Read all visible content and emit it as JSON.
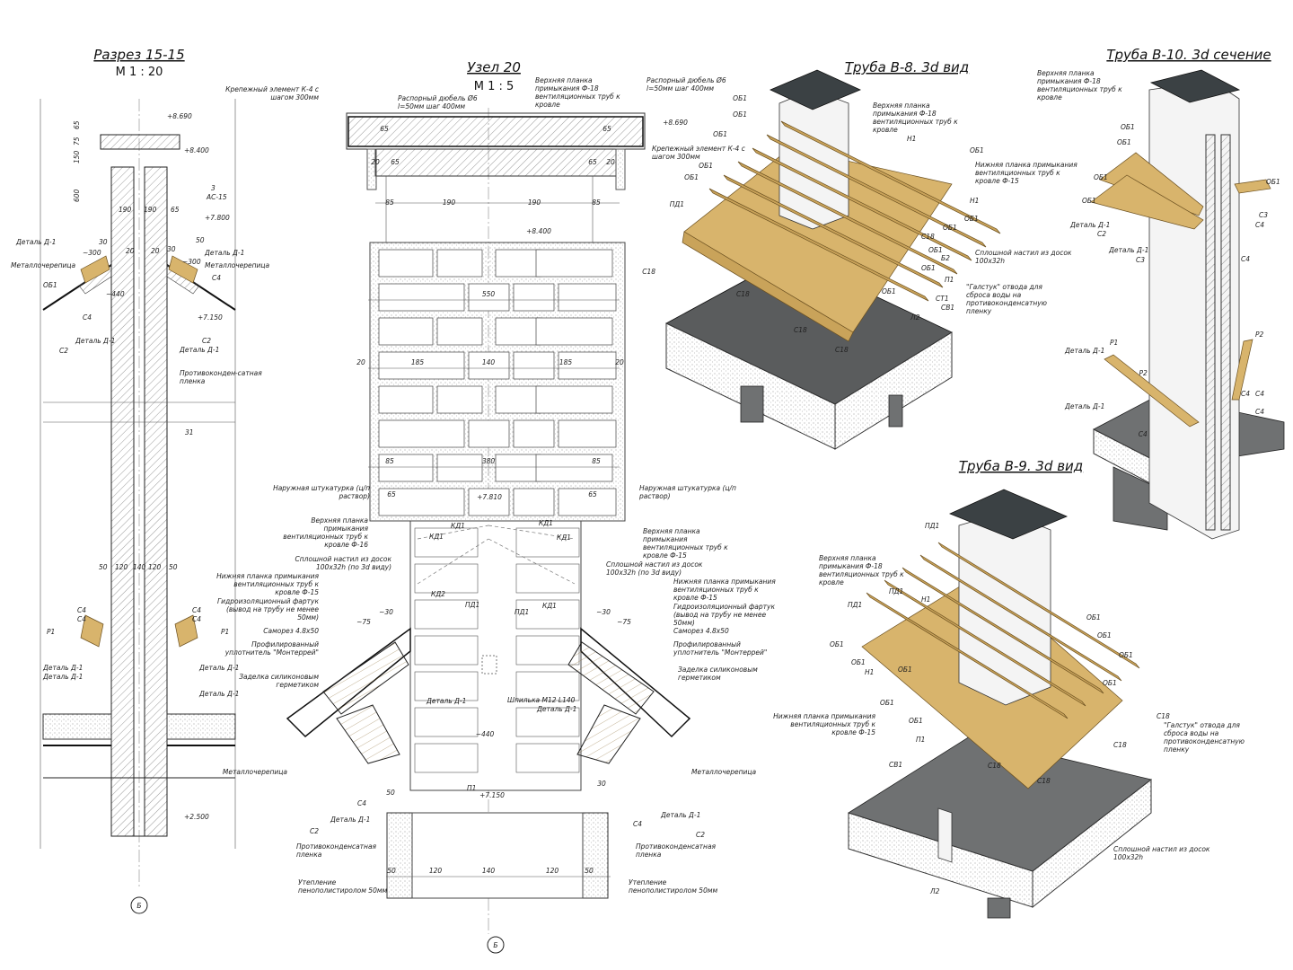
{
  "section_15": {
    "title": "Разрез 15-15",
    "scale": "М 1 : 20",
    "dims": [
      "+8.690",
      "+8.400",
      "+7.800",
      "+7.150",
      "+2.500",
      "65",
      "75",
      "150",
      "600",
      "190",
      "190",
      "65",
      "120",
      "140",
      "120",
      "50",
      "50",
      "~300",
      "~300",
      "~440",
      "30",
      "30",
      "50",
      "20",
      "20"
    ],
    "labels": [
      "Деталь Д-1",
      "Металлочерепица",
      "ОБ1",
      "С4",
      "С2",
      "Деталь Д-1",
      "Деталь Д-1",
      "Металлочерепица",
      "С4",
      "С2",
      "Деталь Д-1",
      "Противоконден-сатная пленка",
      "31",
      "Р1",
      "С4",
      "С4",
      "Деталь Д-1",
      "Деталь Д-1",
      "С4",
      "С4",
      "Р1",
      "Деталь Д-1",
      "Деталь Д-1",
      "3",
      "АС-15"
    ],
    "axis_mark": "Б"
  },
  "node_20": {
    "title": "Узел 20",
    "scale": "М 1 : 5",
    "dims": [
      "65",
      "65",
      "20",
      "65",
      "65",
      "20",
      "85",
      "190",
      "190",
      "85",
      "+8.690",
      "+8.400",
      "550",
      "20",
      "185",
      "140",
      "185",
      "20",
      "85",
      "380",
      "85",
      "65",
      "65",
      "+7.810",
      "~75",
      "~30",
      "~30",
      "~75",
      "~440",
      "+7.150",
      "50",
      "120",
      "140",
      "120",
      "50",
      "30",
      "50"
    ],
    "labels": {
      "fastener_left": "Крепежный элемент К-4 с шагом 300мм",
      "dowel_left": "Распорный дюбель Ø6 l=50мм шаг 400мм",
      "top_plank": "Верхняя планка примыкания Ф-18 вентиляционных труб к кровле",
      "dowel_right": "Распорный дюбель Ø6 l=50мм шаг 400мм",
      "fastener_right": "Крепежный элемент К-4 с шагом 300мм",
      "plaster_left": "Наружная штукатурка (ц/п раствор)",
      "plaster_right": "Наружная штукатурка (ц/п раствор)",
      "upper_plank_left": "Верхняя планка примыкания вентиляционных труб к кровле Ф-16",
      "upper_plank_right": "Верхняя планка примыкания вентиляционных труб к кровле Ф-15",
      "lower_plank_left": "Нижняя планка примыкания вентиляционных труб к кровле Ф-15",
      "lower_plank_right": "Нижняя планка примыкания вентиляционных труб к кровле Ф-15",
      "deck_left": "Сплошной настил из досок 100х32h (по 3d виду)",
      "deck_right": "Сплошной настил из досок 100х32h (по 3d виду)",
      "apron_left": "Гидроизоляционный фартук (вывод на трубу не менее 50мм)",
      "apron_right": "Гидроизоляционный фартук (вывод на трубу не менее 50мм)",
      "screw_left": "Саморез 4.8х50",
      "screw_right": "Саморез 4.8х50",
      "seal_left": "Профилированный уплотнитель \"Монтеррей\"",
      "seal_right": "Профилированный уплотнитель \"Монтеррей\"",
      "silicone_left": "Заделка силиконовым герметиком",
      "silicone_right": "Заделка силиконовым герметиком",
      "tile_left": "Металлочерепица",
      "tile_right": "Металлочерепица",
      "kd1_a": "КД1",
      "kd1_b": "КД1",
      "kd1_c": "КД1",
      "kd1_d": "КД1",
      "kd1_e": "КД1",
      "kd2": "КД2",
      "pd1_a": "ПД1",
      "pd1_b": "ПД1",
      "stud": "Шпилька М12 L140",
      "detail_left": "Деталь Д-1",
      "detail_right": "Деталь Д-1",
      "detail_left2": "Деталь Д-1",
      "detail_right2": "Деталь Д-1",
      "c4_left": "С4",
      "c4_right": "С4",
      "c2_left": "С2",
      "c2_right": "С2",
      "p1": "П1",
      "film_left": "Противоконденсатная пленка",
      "film_right": "Противоконденсатная пленка",
      "insul_left": "Утепление пенополистиролом 50мм",
      "insul_right": "Утепление пенополистиролом 50мм"
    },
    "axis_mark": "Б"
  },
  "pipe_b8": {
    "title": "Труба В-8. 3d вид",
    "labels": [
      "Верхняя планка примыкания Ф-18 вентиляционных труб к кровле",
      "Н1",
      "ОБ1",
      "Нижняя планка примыкания вентиляционных труб к кровле Ф-15",
      "Н1",
      "ОБ1",
      "ОБ1",
      "С18",
      "ОБ1",
      "Б2",
      "Сплошной настил из досок 100х32h",
      "ОБ1",
      "П1",
      "\"Галстук\" отвода для сброса воды на противоконденсатную пленку",
      "ОБ1",
      "СТ1",
      "СВ1",
      "Л2",
      "ОБ1",
      "ОБ1",
      "ОБ1",
      "ОБ1",
      "ОБ1",
      "ПД1",
      "С18",
      "С18",
      "С18",
      "С18"
    ]
  },
  "pipe_b10": {
    "title": "Труба В-10. 3d сечение",
    "labels": [
      "Верхняя планка примыкания Ф-18 вентиляционных труб к кровле",
      "ОБ1",
      "ОБ1",
      "ОБ1",
      "ОБ1",
      "Деталь Д-1",
      "С2",
      "Деталь Д-1",
      "С3",
      "С4",
      "ОБ1",
      "С3",
      "С4",
      "Деталь Д-1",
      "Р1",
      "Р2",
      "Р2",
      "Деталь Д-1",
      "С4",
      "С4",
      "С4",
      "С4"
    ]
  },
  "pipe_b9": {
    "title": "Труба В-9. 3d вид",
    "labels": [
      "Верхняя планка примыкания Ф-18 вентиляционных труб к кровле",
      "ПД1",
      "ПД1",
      "Н1",
      "ПД1",
      "ОБ1",
      "Н1",
      "ОБ1",
      "ОБ1",
      "ОБ1",
      "Нижняя планка примыкания вентиляционных труб к кровле Ф-15",
      "ОБ1",
      "П1",
      "СВ1",
      "ОБ1",
      "ОБ1",
      "ОБ1",
      "ОБ1",
      "С18",
      "\"Галстук\" отвода для сброса воды на противоконденсатную пленку",
      "С18",
      "С18",
      "С18",
      "Сплошной настил из досок 100х32h",
      "Л2"
    ]
  },
  "colors": {
    "wood": "#d8b46c",
    "cap": "#3b4144",
    "slab": "#6f7172"
  }
}
